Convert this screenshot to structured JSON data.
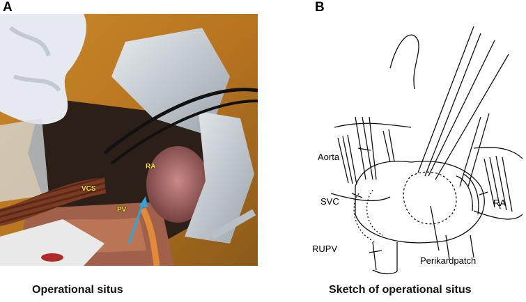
{
  "panels": {
    "a": {
      "letter": "A",
      "caption": "Operational situs",
      "labels": {
        "ra": "RA",
        "vcs": "VCS",
        "pv": "PV"
      }
    },
    "b": {
      "letter": "B",
      "caption": "Sketch of operational situs",
      "labels": {
        "aorta": "Aorta",
        "svc": "SVC",
        "ra": "RA",
        "rupv": "RUPV",
        "patch": "Perikardpatch"
      }
    }
  },
  "colors": {
    "arrow": "#2aa7e0",
    "photo_label": "#f4e23a",
    "tube": "#7a3b22",
    "tissue": "#a0604a"
  }
}
